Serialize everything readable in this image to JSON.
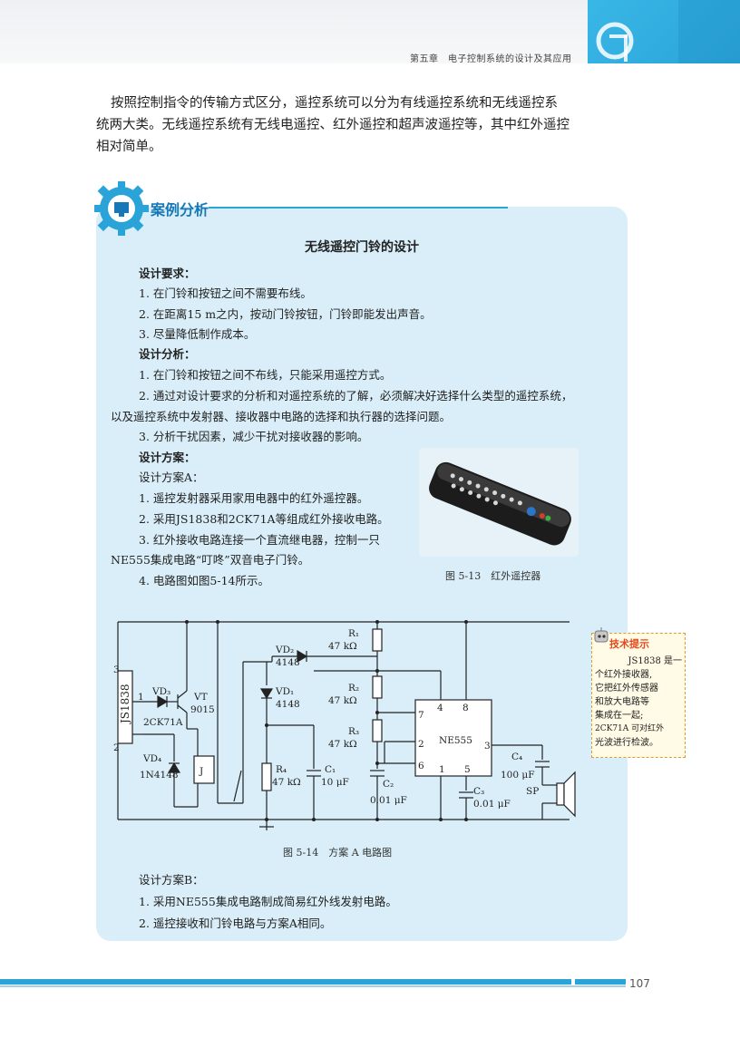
{
  "header": {
    "chapter_title": "第五章　电子控制系统的设计及其应用"
  },
  "intro": {
    "lines": [
      "按照控制指令的传输方式区分，遥控系统可以分为有线遥控系统和无线遥控系",
      "统两大类。无线遥控系统有无线电遥控、红外遥控和超声波遥控等，其中红外遥控",
      "相对简单。"
    ]
  },
  "case": {
    "label": "案例分析",
    "title": "无线遥控门铃的设计",
    "lines": [
      "设计要求：",
      "1. 在门铃和按钮之间不需要布线。",
      "2. 在距离15 m之内，按动门铃按钮，门铃即能发出声音。",
      "3. 尽量降低制作成本。",
      "设计分析：",
      "1. 在门铃和按钮之间不布线，只能采用遥控方式。",
      "2. 通过对设计要求的分析和对遥控系统的了解，必须解决好选择什么类型的遥控系统，",
      "以及遥控系统中发射器、接收器中电路的选择和执行器的选择问题。",
      "3. 分析干扰因素，减少干扰对接收器的影响。",
      "设计方案：",
      "设计方案A：",
      "1. 遥控发射器采用家用电器中的红外遥控器。",
      "2. 采用JS1838和2CK71A等组成红外接收电路。",
      "3. 红外接收电路连接一个直流继电器，控制一只",
      "NE555集成电路“叮咚”双音电子门铃。",
      "4. 电路图如图5-14所示。"
    ],
    "fig13_caption": "图 5-13　红外遥控器",
    "fig14_caption": "图 5-14　方案 A 电路图",
    "plan_b": [
      "设计方案B：",
      "1. 采用NE555集成电路制成简易红外线发射电路。",
      "2. 遥控接收和门铃电路与方案A相同。"
    ]
  },
  "circuit": {
    "js": "JS1838",
    "pin3": "3",
    "pin1": "1",
    "pin2": "2",
    "vd3": "VD₃",
    "vt": "VT",
    "vt_model": "9015",
    "ck": "2CK71A",
    "vd4": "VD₄",
    "vd4_model": "1N4148",
    "j": "J",
    "vd2": "VD₂",
    "vd2_model": "4148",
    "vd1": "VD₁",
    "vd1_model": "4148",
    "r1": "R₁",
    "r1_val": "47 kΩ",
    "r2": "R₂",
    "r2_val": "47 kΩ",
    "r3": "R₃",
    "r3_val": "47 kΩ",
    "r4": "R₄",
    "r4_val": "47 kΩ",
    "c1": "C₁",
    "c1_val": "10 μF",
    "c2": "C₂",
    "c2_val": "0.01 μF",
    "c3": "C₃",
    "c3_val": "0.01 μF",
    "c4": "C₄",
    "c4_val": "100 μF",
    "ne555": "NE555",
    "p4": "4",
    "p8": "8",
    "p7": "7",
    "p2": "2",
    "p3": "3",
    "p6": "6",
    "p1": "1",
    "p5": "5",
    "sp": "SP"
  },
  "tip": {
    "title": "技术提示",
    "lines": [
      "JS1838 是一",
      "个红外接收器,",
      "它把红外传感器",
      "和放大电路等",
      "集成在一起;",
      "2CK71A 可对红外",
      "光波进行检波。"
    ]
  },
  "footer": {
    "page_number": "107"
  }
}
